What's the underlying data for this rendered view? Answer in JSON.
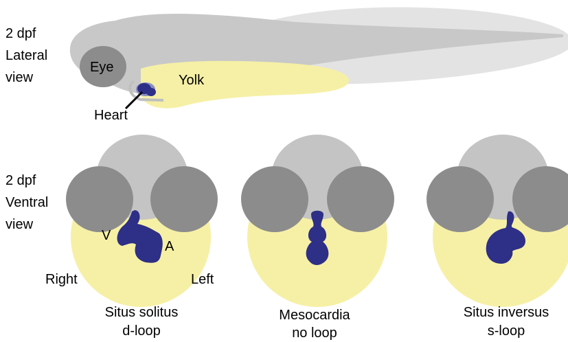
{
  "lateral": {
    "stage_line1": "2 dpf",
    "stage_line2": "Lateral",
    "stage_line3": "view",
    "eye_label": "Eye",
    "yolk_label": "Yolk",
    "heart_label": "Heart"
  },
  "ventral": {
    "stage_line1": "2 dpf",
    "stage_line2": "Ventral",
    "stage_line3": "view",
    "panels": [
      {
        "title": "Situs solitus",
        "subtitle": "d-loop",
        "ventricle_label": "V",
        "atrium_label": "A",
        "right_label": "Right",
        "left_label": "Left"
      },
      {
        "title": "Mesocardia",
        "subtitle": "no loop"
      },
      {
        "title": "Situs inversus",
        "subtitle": "s-loop"
      }
    ]
  },
  "colors": {
    "body_light": "#e3e3e3",
    "body_mid": "#c8c8c8",
    "eye": "#8c8c8c",
    "head_top": "#c4c4c4",
    "yolk": "#f6f0a6",
    "heart": "#2e2f86",
    "heart_outline": "#8a8fc2"
  }
}
